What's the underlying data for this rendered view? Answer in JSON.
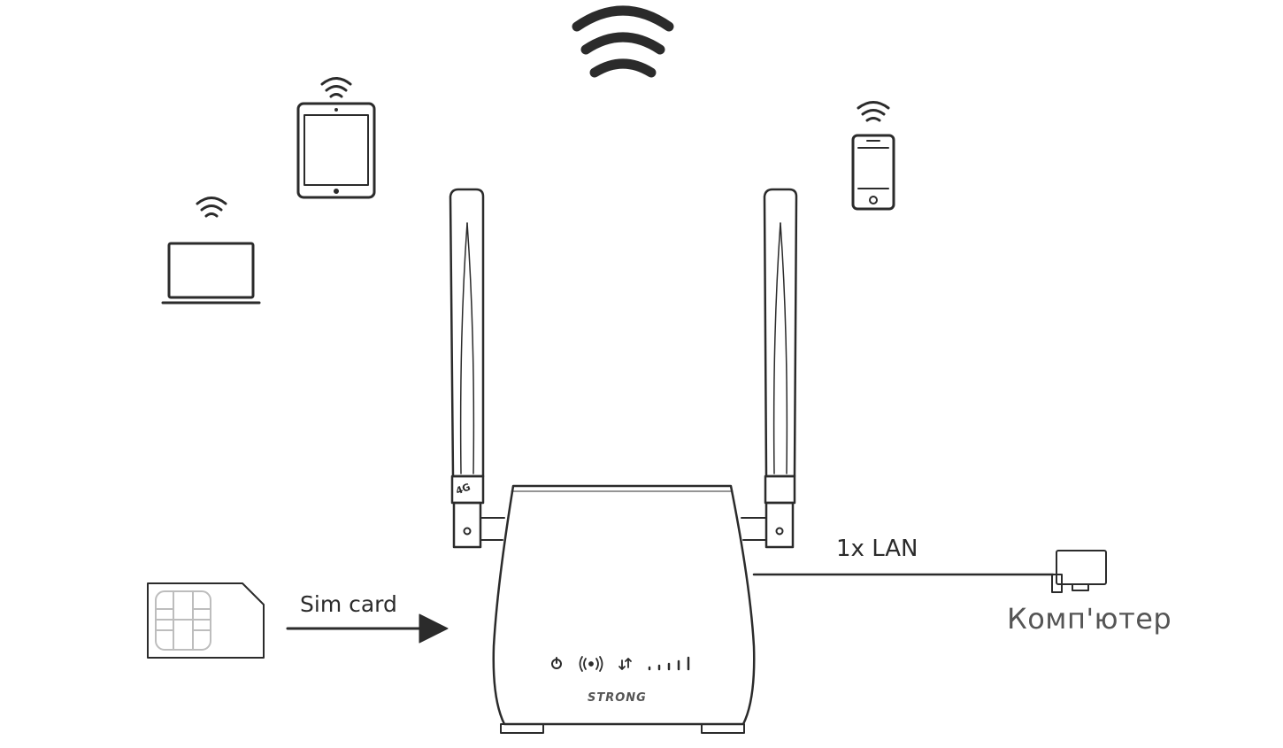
{
  "labels": {
    "lan": "1x LAN",
    "sim": "Sim card",
    "computer": "Комп'ютер",
    "antenna_badge": "4G",
    "brand": "STRONG"
  },
  "icons": {
    "wifi": "wifi-icon",
    "laptop": "laptop-icon",
    "tablet": "tablet-icon",
    "phone": "smartphone-icon",
    "router": "router-icon",
    "sim": "sim-card-icon",
    "lan_plug": "lan-plug-icon",
    "arrow": "arrow-right-icon"
  },
  "colors": {
    "stroke": "#2b2b2b",
    "label": "#2b2b2b",
    "computer_label": "#555555",
    "sim_chip": "#bdbdbd"
  }
}
